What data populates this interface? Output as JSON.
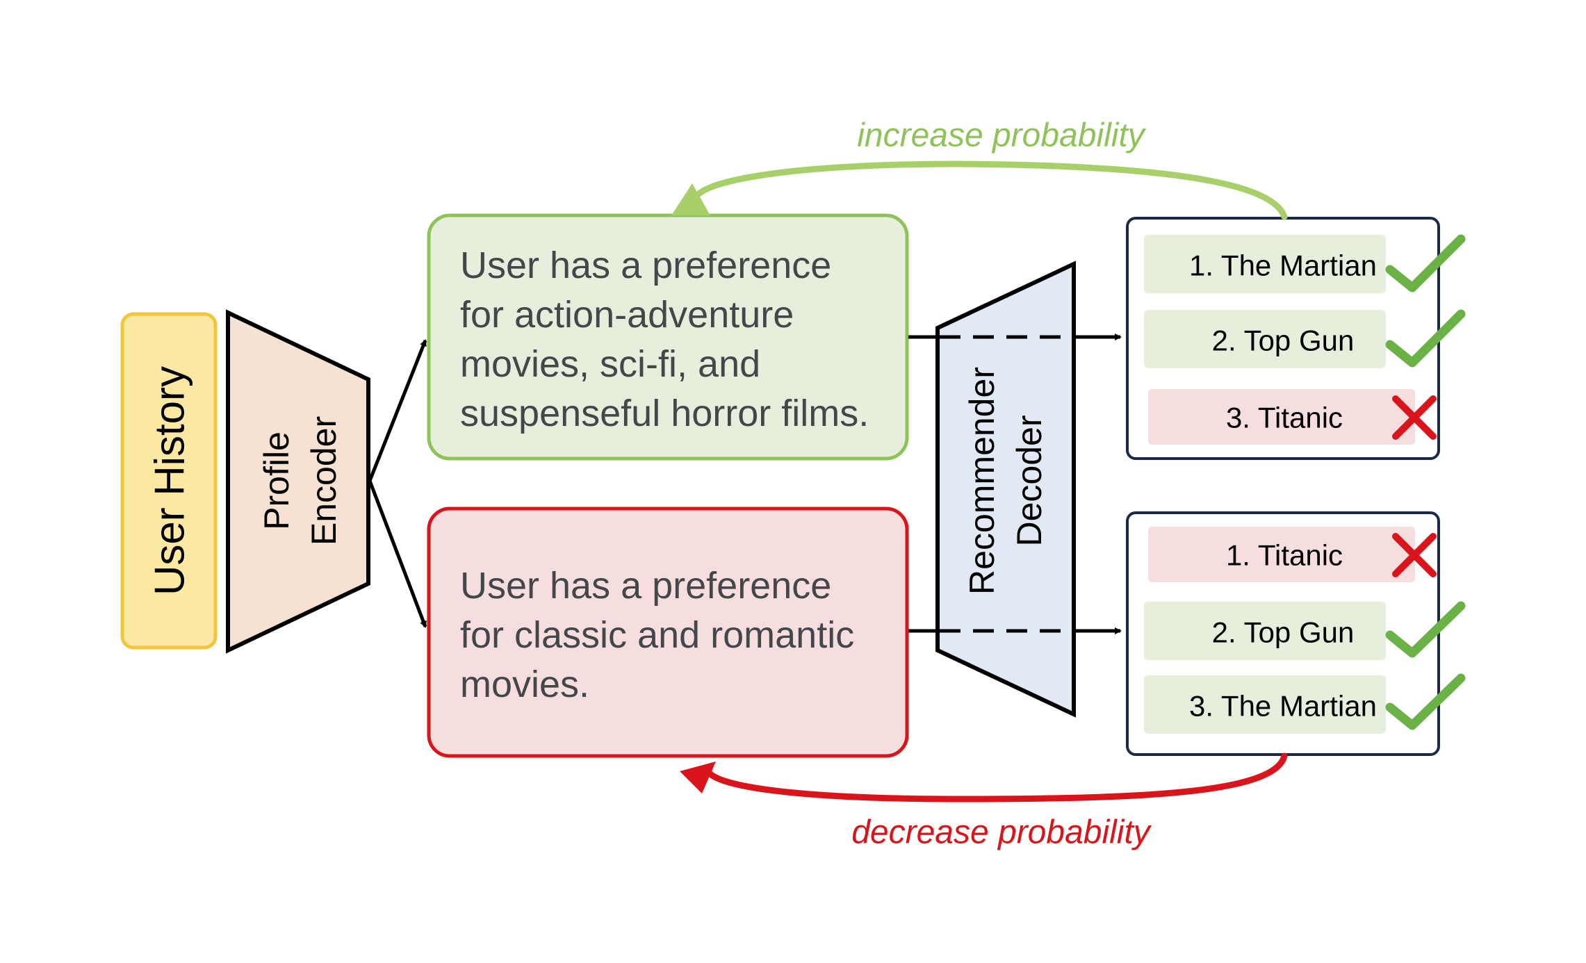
{
  "user_history": {
    "label": "User History"
  },
  "profile_encoder": {
    "line1": "Profile",
    "line2": "Encoder"
  },
  "recommender_decoder": {
    "line1": "Recommender",
    "line2": "Decoder"
  },
  "profile_positive": {
    "lines": [
      "User has a preference",
      "for action-adventure",
      "movies, sci-fi, and",
      "suspenseful horror films."
    ]
  },
  "profile_negative": {
    "lines": [
      "User has a preference",
      "for classic and romantic",
      "movies."
    ]
  },
  "recs_top": {
    "items": [
      {
        "label": "1. The Martian",
        "mark": "check-icon"
      },
      {
        "label": "2. Top Gun",
        "mark": "check-icon"
      },
      {
        "label": "3. Titanic",
        "mark": "cross-icon"
      }
    ]
  },
  "recs_bottom": {
    "items": [
      {
        "label": "1. Titanic",
        "mark": "cross-icon"
      },
      {
        "label": "2. Top Gun",
        "mark": "check-icon"
      },
      {
        "label": "3. The Martian",
        "mark": "check-icon"
      }
    ]
  },
  "feedback": {
    "increase": "increase probability",
    "decrease": "decrease probability"
  },
  "colors": {
    "green": "#8fc35a",
    "green_fill": "#e6efdb",
    "red": "#d9151b",
    "red_fill": "#f6dede",
    "yellow": "#f2c53d",
    "yellow_fill": "#fbe8a3",
    "encoder_fill": "#f6e1d2",
    "decoder_fill": "#e0e9f4",
    "navy": "#1c2a46",
    "check": "#6ab146",
    "cross": "#d9151b"
  }
}
